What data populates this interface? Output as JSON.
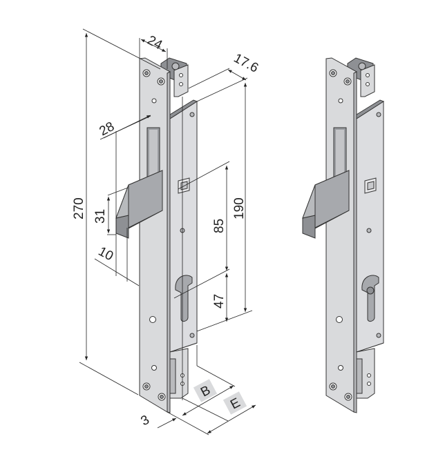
{
  "dimensions": {
    "width_faceplate": "24",
    "depth_body": "17.6",
    "bolt_offset": "28",
    "total_height": "270",
    "bolt_height": "31",
    "bolt_projection": "10",
    "spindle_to_cylinder": "85",
    "body_height": "190",
    "cylinder_to_bottom": "47",
    "faceplate_thickness": "3",
    "backset_label": "B",
    "e_label": "E"
  }
}
